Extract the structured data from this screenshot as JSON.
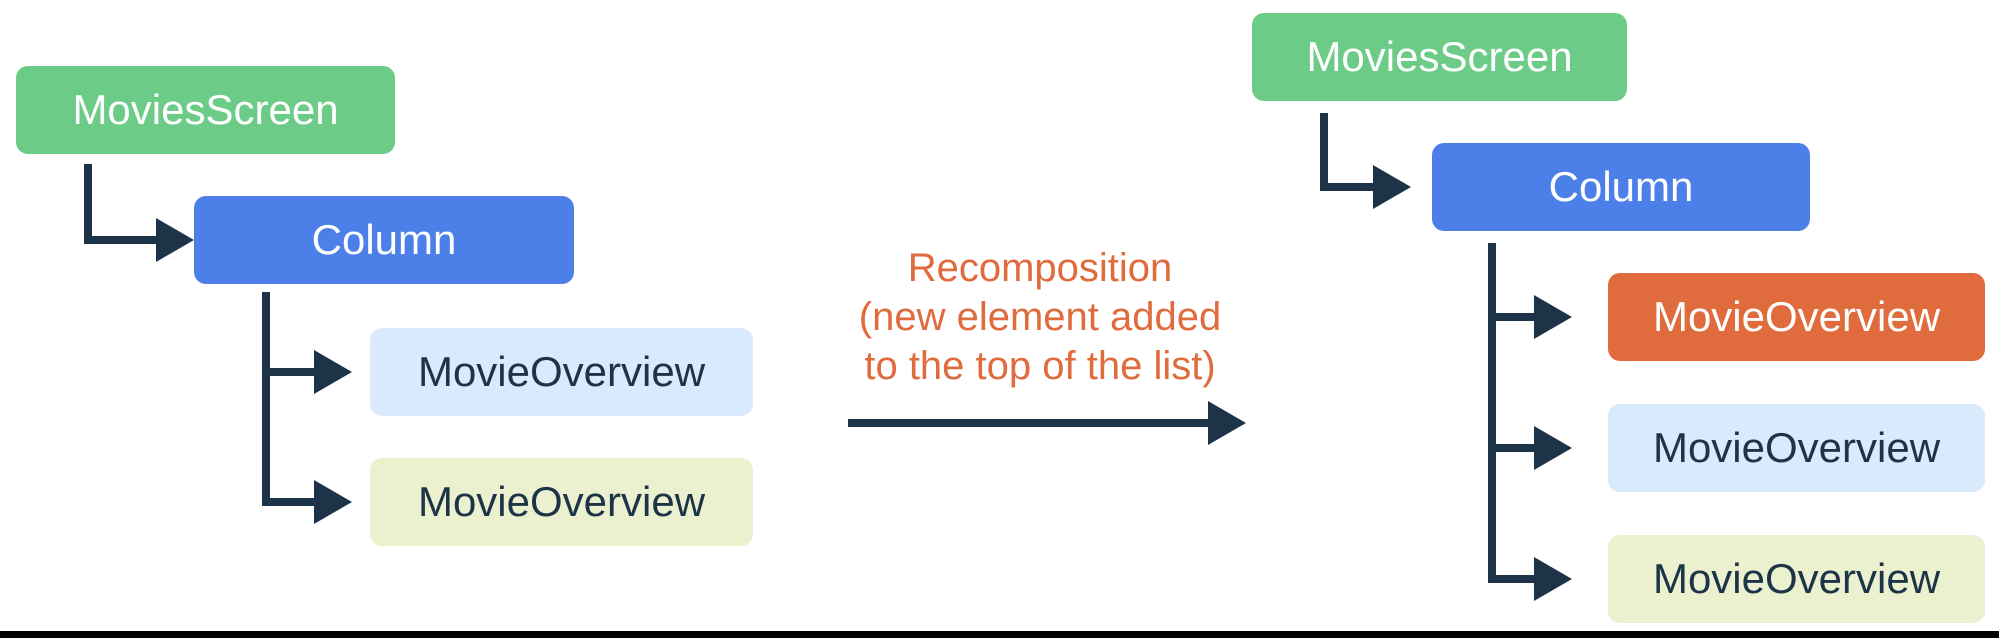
{
  "page": {
    "background": "#ffffff",
    "bottom_bar_color": "#000000"
  },
  "palette": {
    "connector_navy": "#1D3348",
    "green": "#6CCC87",
    "blue": "#4C80E8",
    "light_blue": "#D8EAFB",
    "pale_yellow": "#EBF1CE",
    "orange": "#E06B3C"
  },
  "before_tree": {
    "nodes": [
      {
        "label": "MoviesScreen",
        "color": "#6CCC87",
        "text_color": "#ffffff"
      },
      {
        "label": "Column",
        "color": "#4C80E8",
        "text_color": "#ffffff"
      },
      {
        "label": "MovieOverview",
        "color": "#D8EAFB",
        "text_color": "#1D3348"
      },
      {
        "label": "MovieOverview",
        "color": "#EBF1CE",
        "text_color": "#1D3348"
      }
    ]
  },
  "after_tree": {
    "nodes": [
      {
        "label": "MoviesScreen",
        "color": "#6CCC87",
        "text_color": "#ffffff"
      },
      {
        "label": "Column",
        "color": "#4C80E8",
        "text_color": "#ffffff"
      },
      {
        "label": "MovieOverview",
        "color": "#E06B3C",
        "text_color": "#ffffff"
      },
      {
        "label": "MovieOverview",
        "color": "#D8EAFB",
        "text_color": "#1D3348"
      },
      {
        "label": "MovieOverview",
        "color": "#EBF1CE",
        "text_color": "#1D3348"
      }
    ]
  },
  "annotation": {
    "lines": [
      "Recomposition",
      "(new element added",
      "to the top of the list)"
    ],
    "color": "#E06B3C"
  }
}
